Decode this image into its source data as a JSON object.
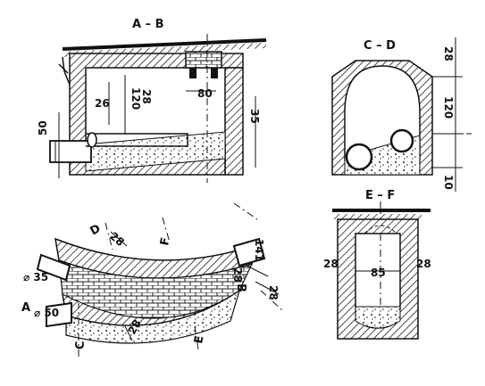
{
  "sections": {
    "ab": {
      "title": "A – B",
      "dims": {
        "d26": "26",
        "d28": "28",
        "d120": "120",
        "d80": "80",
        "d35": "35",
        "d50": "50"
      }
    },
    "cd": {
      "title": "C – D",
      "dims": {
        "d28": "28",
        "d120": "120",
        "d10": "10"
      }
    },
    "ef": {
      "title": "E – F",
      "dims": {
        "d28l": "28",
        "d28r": "28",
        "d85": "85"
      }
    },
    "plan": {
      "dims": {
        "d28a": "28",
        "d141": "141",
        "d28b": "28",
        "d28c": "28",
        "d28d": "28",
        "p35": "⌀ 35",
        "p50": "⌀ 50"
      },
      "markers": {
        "a": "A",
        "b": "B",
        "c": "C",
        "d": "D",
        "e": "E",
        "f": "F"
      }
    }
  }
}
